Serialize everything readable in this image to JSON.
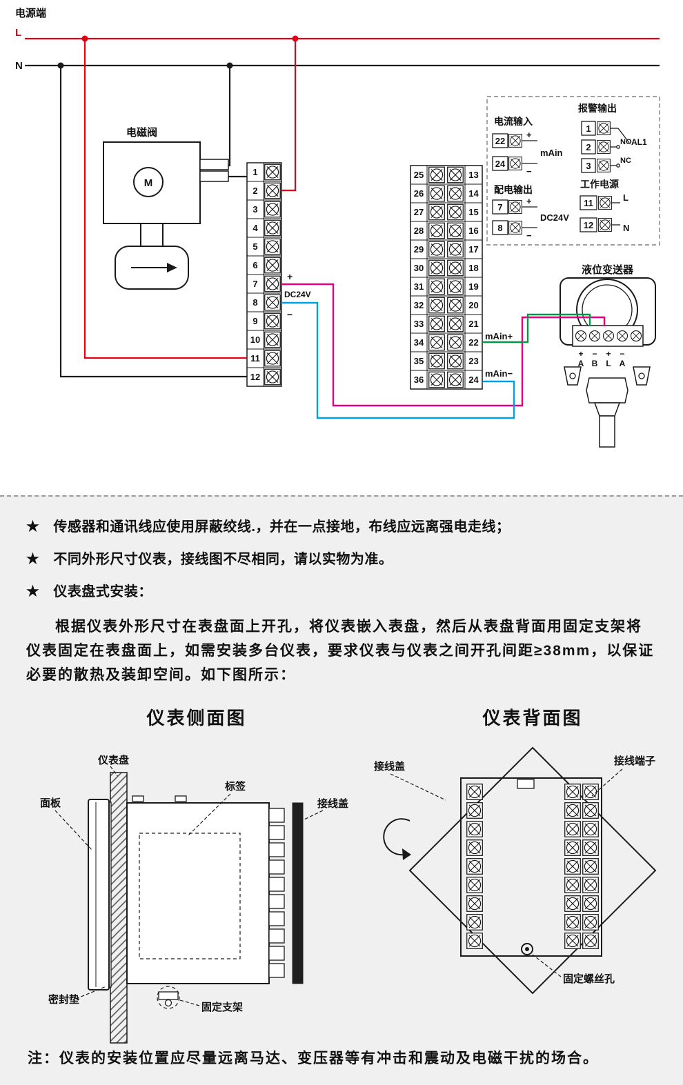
{
  "colors": {
    "wire_red": "#e60012",
    "wire_black": "#1a1a1a",
    "wire_magenta": "#e4007f",
    "wire_cyan": "#00a0e9",
    "wire_green": "#009944",
    "section_bg": "#f0f0f0"
  },
  "wiring": {
    "power_terminal_label": "电源端",
    "line_l_label": "L",
    "line_n_label": "N",
    "solenoid_valve_label": "电磁阀",
    "motor_label": "M",
    "left_terminals": [
      "1",
      "2",
      "3",
      "4",
      "5",
      "6",
      "7",
      "8",
      "9",
      "10",
      "11",
      "12"
    ],
    "dc24v_plus": "+",
    "dc24v_label": "DC24V",
    "dc24v_minus": "−",
    "mid_terminals_left": [
      "25",
      "26",
      "27",
      "28",
      "29",
      "30",
      "31",
      "32",
      "33",
      "34",
      "35",
      "36"
    ],
    "mid_terminals_right": [
      "13",
      "14",
      "15",
      "16",
      "17",
      "18",
      "19",
      "20",
      "21",
      "22",
      "23",
      "24"
    ],
    "main_plus_label": "mAin+",
    "main_minus_label": "mAin−",
    "options_box": {
      "current_input": {
        "title": "电流输入",
        "terminal_top": "22",
        "terminal_bottom": "24",
        "plus": "+",
        "minus": "−",
        "signal": "mAin"
      },
      "alarm_output": {
        "title": "报警输出",
        "terminal_1": "1",
        "terminal_2": "2",
        "terminal_3": "3",
        "no": "NO",
        "nc": "NC",
        "relay": "AL1"
      },
      "power_output": {
        "title": "配电输出",
        "terminal_top": "7",
        "terminal_bottom": "8",
        "plus": "+",
        "minus": "−",
        "voltage": "DC24V"
      },
      "work_power": {
        "title": "工作电源",
        "terminal_top": "11",
        "terminal_bottom": "12",
        "l": "L",
        "n": "N"
      }
    },
    "transmitter": {
      "title": "液位变送器",
      "signs": [
        "+",
        "−",
        "+",
        "−"
      ],
      "letters": [
        "A",
        "B",
        "L",
        "A"
      ]
    }
  },
  "notes": {
    "star": "★",
    "item_1": "传感器和通讯线应使用屏蔽绞线.，并在一点接地，布线应远离强电走线；",
    "item_2": "不同外形尺寸仪表，接线图不尽相同，请以实物为准。",
    "item_3": "仪表盘式安装：",
    "paragraph": "根据仪表外形尺寸在表盘面上开孔，将仪表嵌入表盘，然后从表盘背面用固定支架将仪表固定在表盘面上，如需安装多台仪表，要求仪表与仪表之间开孔间距≥38mm，以保证必要的散热及装卸空间。如下图所示："
  },
  "side_view": {
    "title": "仪表侧面图",
    "panel_label": "仪表盘",
    "front_label": "面板",
    "tag_label": "标签",
    "cover_label": "接线盖",
    "gasket_label": "密封垫",
    "bracket_label": "固定支架"
  },
  "back_view": {
    "title": "仪表背面图",
    "cover_label": "接线盖",
    "terminal_label": "接线端子",
    "screw_hole_label": "固定螺丝孔"
  },
  "footer_note": "注：仪表的安装位置应尽量远离马达、变压器等有冲击和震动及电磁干扰的场合。"
}
